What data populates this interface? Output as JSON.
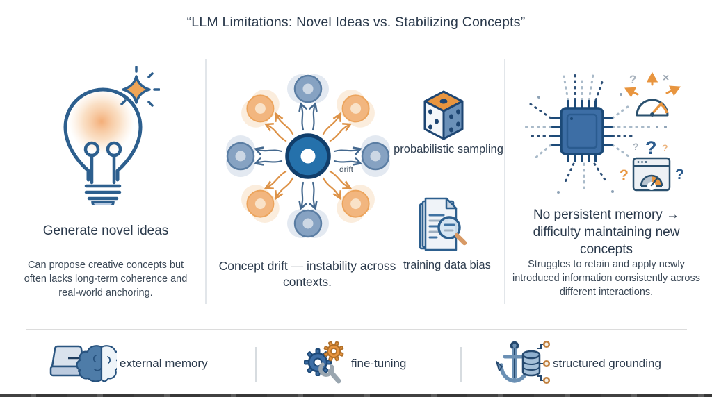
{
  "title": "“LLM Limitations: Novel Ideas vs. Stabilizing Concepts”",
  "columns": {
    "left": {
      "icon": "lightbulb-icon",
      "heading": "Generate novel ideas",
      "body": "Can propose creative concepts but often lacks long-term coherence and real-world anchoring."
    },
    "middle": {
      "icon": "concept-drift-diagram",
      "drift_label": "drift",
      "heading": "Concept drift — instability across contexts.",
      "aspects": [
        {
          "icon": "dice-icon",
          "label": "probabilistic sampling"
        },
        {
          "icon": "documents-magnifier-icon",
          "label": "training data bias"
        }
      ]
    },
    "right": {
      "icon": "chip-icon",
      "heading": "No persistent memory → difficulty maintaining new concepts",
      "body": "Struggles to retain and apply newly introduced information consistently across different interactions."
    }
  },
  "footer": {
    "items": [
      {
        "icon": "drive-to-brain-icon",
        "label": "external memory"
      },
      {
        "icon": "gears-wrench-icon",
        "label": "fine-tuning"
      },
      {
        "icon": "anchor-database-icon",
        "label": "structured grounding"
      }
    ]
  },
  "colors": {
    "accent_blue": "#2f6ba8",
    "accent_orange": "#e8953f",
    "text_dark": "#2b3a4c",
    "divider": "#e2e6ea"
  }
}
